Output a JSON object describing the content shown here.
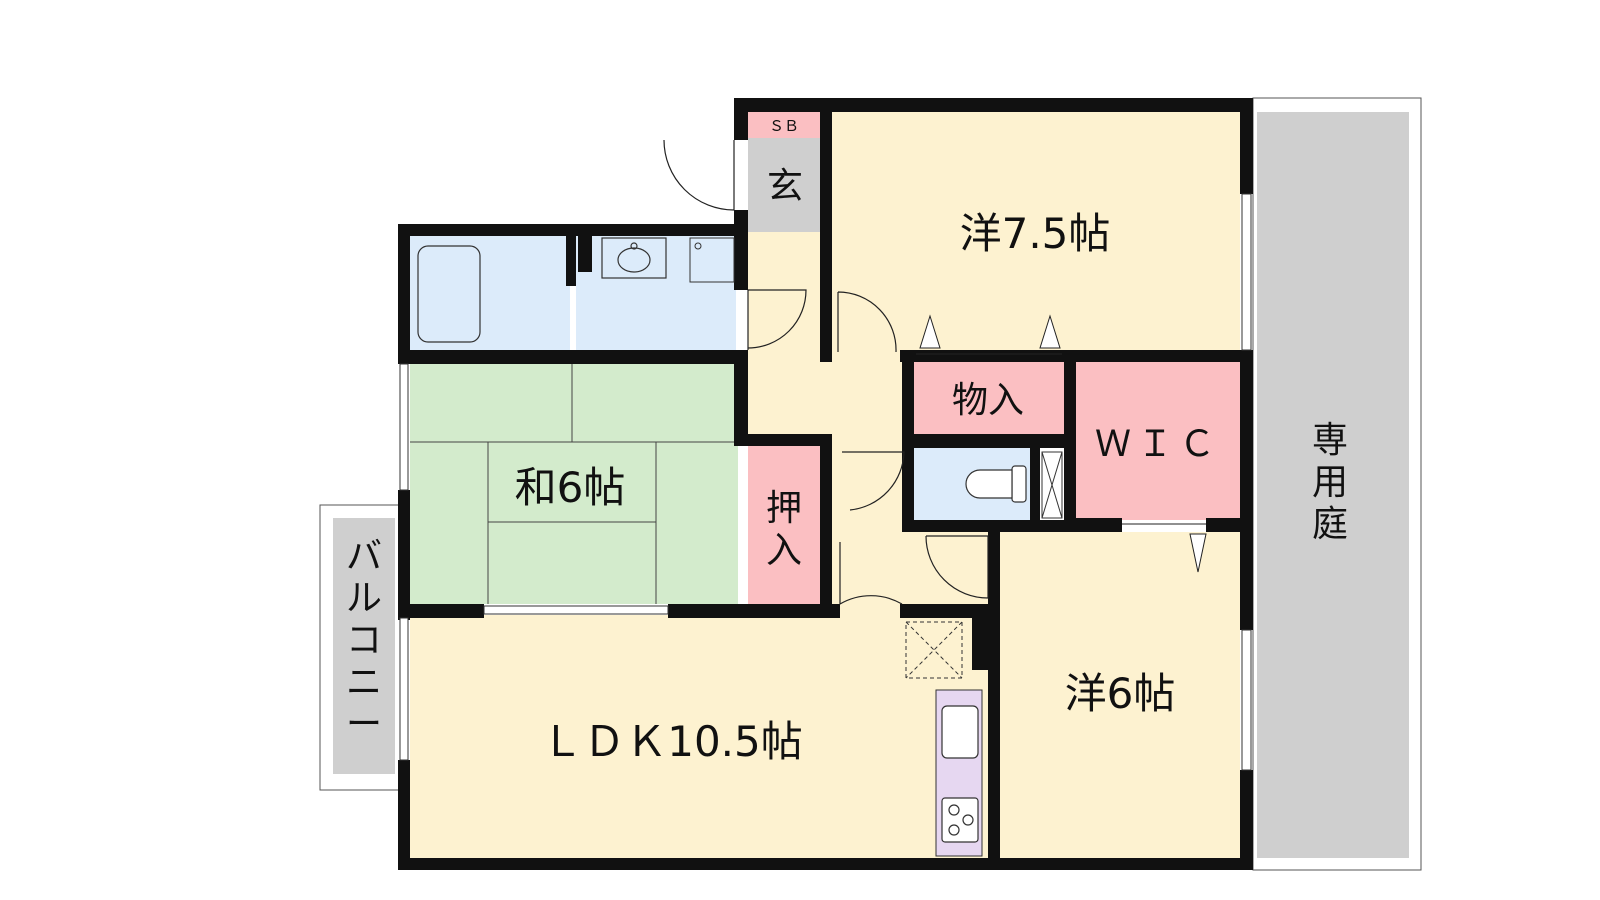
{
  "rooms": {
    "western_1": "洋7.5帖",
    "western_2": "洋6帖",
    "japanese": "和6帖",
    "ldk": "ＬＤＫ10.5帖",
    "storage": "物入",
    "closet": "押入",
    "wic": "ＷＩＣ",
    "entrance": "玄",
    "shoebox": "ＳＢ",
    "balcony": [
      "バ",
      "ル",
      "コ",
      "ニ",
      "ー"
    ],
    "garden": [
      "専",
      "用",
      "庭"
    ]
  },
  "colors": {
    "wall": "#111111",
    "room_beige": "#fdf2d0",
    "tatami": "#d3ebcc",
    "water": "#dcebfa",
    "storage_pink": "#fbbfc2",
    "entrance_gray": "#cfcfcf",
    "garden_gray": "#cfcfcf",
    "kitchen_purple": "#e6d7f1"
  },
  "icons": [
    "bathtub-icon",
    "washbasin-icon",
    "toilet-icon",
    "sink-icon",
    "stove-icon",
    "door-swing-icon"
  ]
}
